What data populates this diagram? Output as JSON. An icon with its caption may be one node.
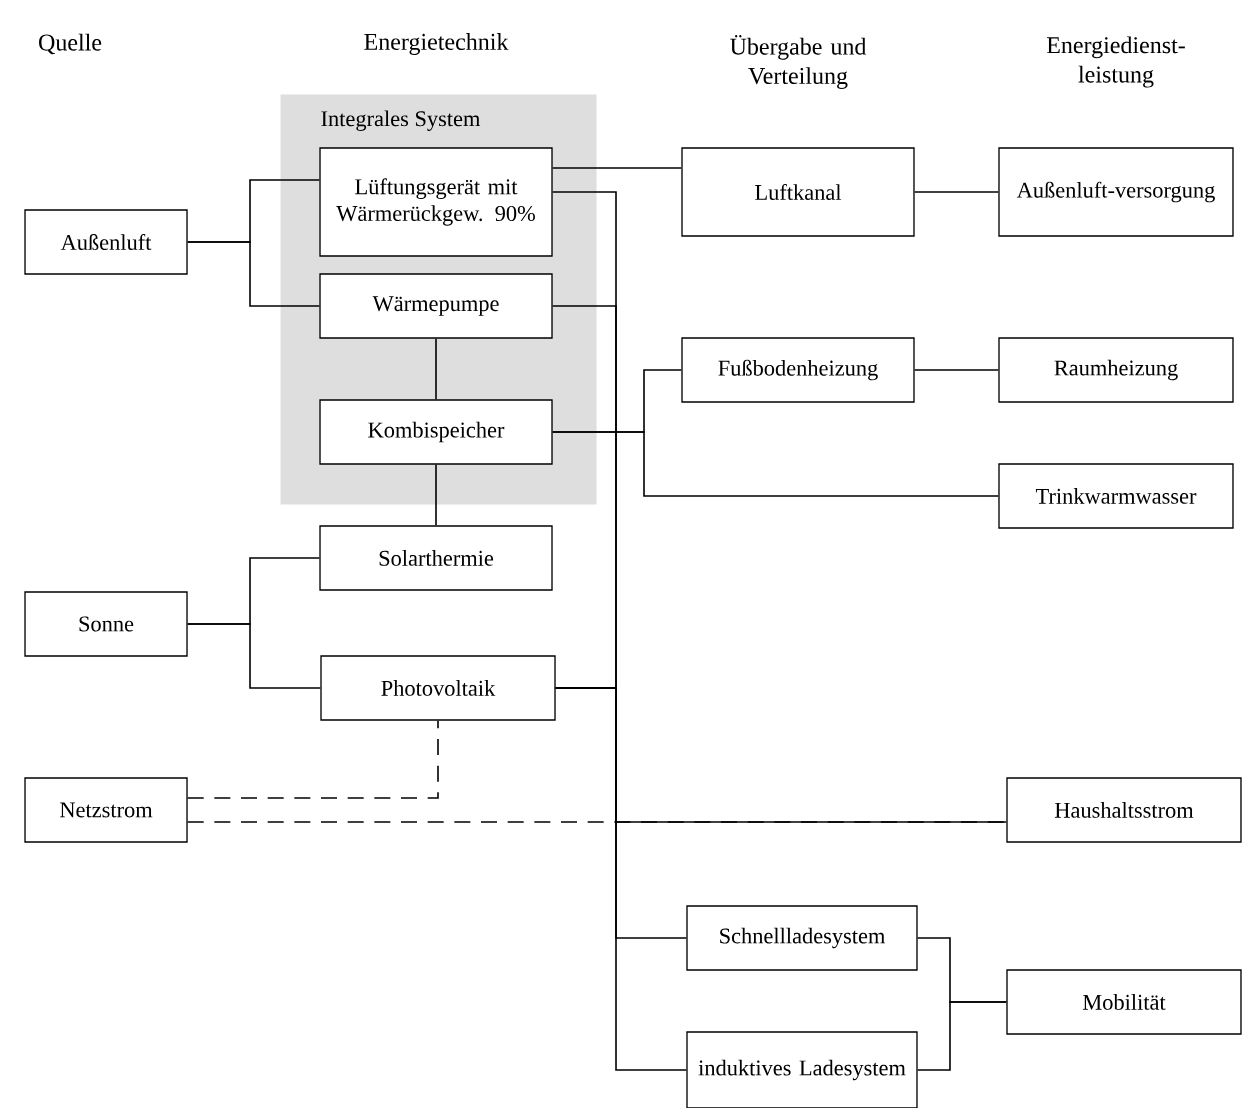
{
  "diagram": {
    "nodes": [
      {
        "text": [
          "Integrales System"
        ]
      },
      {
        "text": [
          "Lüftungsgerät mit Wärmerückgew. 90%"
        ],
        "in": 0
      },
      {
        "text": [
          "Wärmepumpe"
        ],
        "in": 0
      },
      {
        "text": [
          "Kombispeicher"
        ],
        "in": 0
      },
      {
        "text": [
          "Luftkanal"
        ]
      },
      {
        "text": [
          "Außenluft-versorgung"
        ]
      },
      {
        "text": [
          "Außenluft"
        ]
      },
      {
        "text": [
          "Fußbodenheizung"
        ]
      },
      {
        "text": [
          "Raumheizung"
        ]
      },
      {
        "text": [
          "Trinkwarmwasser"
        ]
      },
      {
        "text": [
          "Solarthermie"
        ]
      },
      {
        "text": [
          "Sonne"
        ]
      },
      {
        "text": [
          "Photovoltaik"
        ]
      },
      {
        "text": [
          "Netzstrom"
        ]
      },
      {
        "text": [
          "Haushaltsstrom"
        ]
      },
      {
        "text": [
          "Schnellladesystem"
        ]
      },
      {
        "text": [
          "induktives Ladesystem"
        ]
      },
      {
        "text": [
          "Mobilität"
        ]
      }
    ],
    "edges": [
      {
        "from": 6,
        "to": 1,
        "arrow": "none"
      },
      {
        "from": 6,
        "to": 2,
        "arrow": "none"
      },
      {
        "from": 1,
        "to": 4,
        "arrow": "none"
      },
      {
        "from": 4,
        "to": 5,
        "arrow": "none"
      },
      {
        "from": 2,
        "to": 3,
        "arrow": "none"
      },
      {
        "from": 3,
        "to": 7,
        "arrow": "none"
      },
      {
        "from": 3,
        "to": 9,
        "arrow": "none"
      },
      {
        "from": 7,
        "to": 8,
        "arrow": "none"
      },
      {
        "from": 10,
        "to": 3,
        "arrow": "none"
      },
      {
        "from": 11,
        "to": 10,
        "arrow": "none"
      },
      {
        "from": 11,
        "to": 12,
        "arrow": "none"
      },
      {
        "from": 12,
        "to": 1,
        "arrow": "none"
      },
      {
        "from": 12,
        "to": 2,
        "arrow": "none"
      },
      {
        "from": 12,
        "to": 14,
        "arrow": "none"
      },
      {
        "from": 12,
        "to": 15,
        "arrow": "none"
      },
      {
        "from": 12,
        "to": 16,
        "arrow": "none"
      },
      {
        "from": 13,
        "to": 12,
        "arrow": "none",
        "style": "dashed"
      },
      {
        "from": 13,
        "to": 14,
        "arrow": "none",
        "style": "dashed"
      },
      {
        "from": 15,
        "to": 17,
        "arrow": "none"
      },
      {
        "from": 16,
        "to": 17,
        "arrow": "none"
      }
    ],
    "labels": [
      "Quelle",
      "Energietechnik",
      "Übergabe und Verteilung",
      "Energiedienst-leistung"
    ]
  }
}
